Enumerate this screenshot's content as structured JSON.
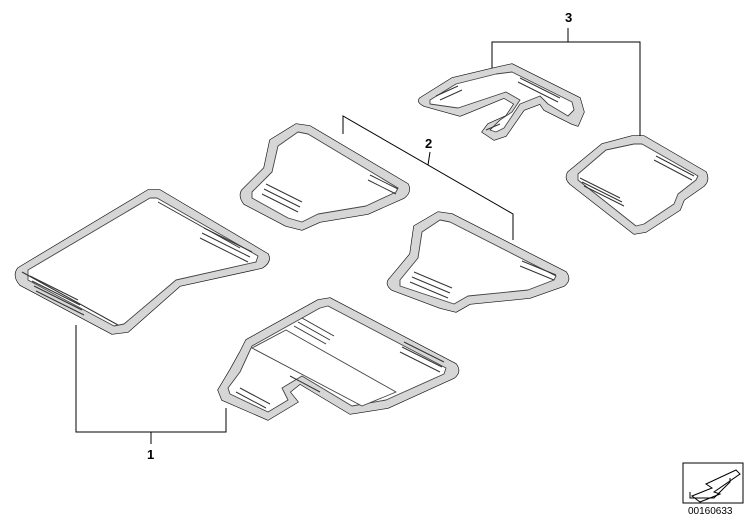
{
  "diagram": {
    "callouts": [
      "1",
      "2",
      "3"
    ],
    "reference_number": "00160633",
    "icon": "view-direction-arrow-icon"
  }
}
